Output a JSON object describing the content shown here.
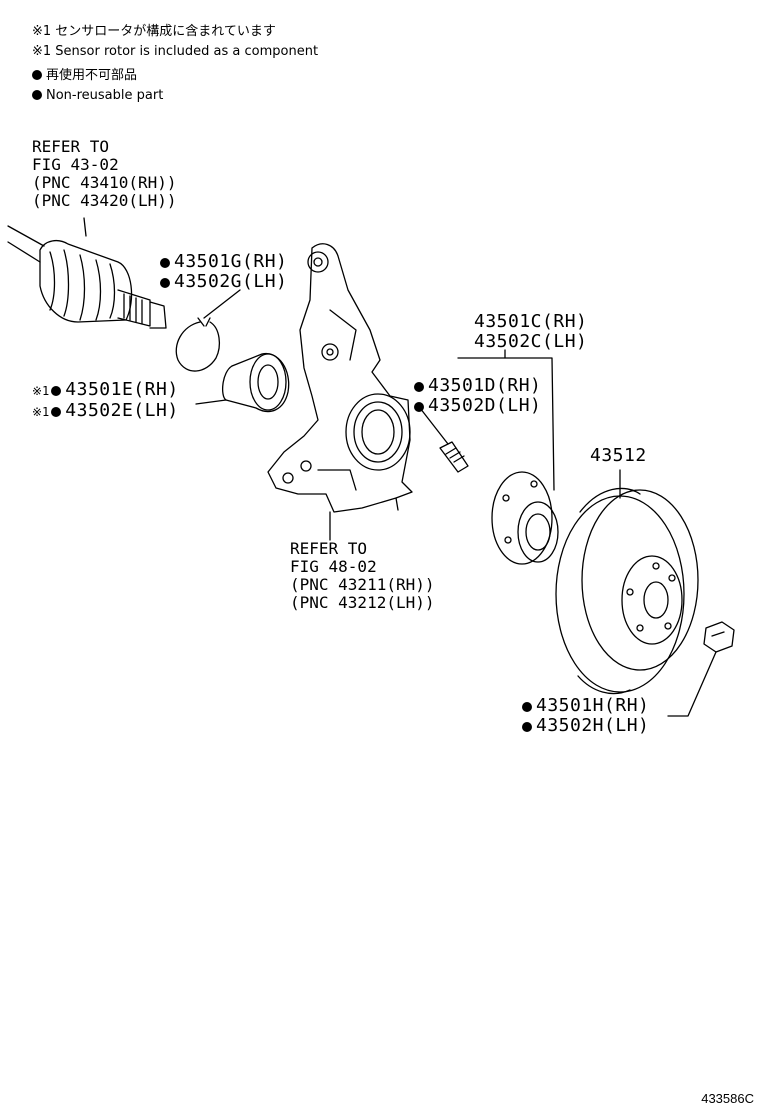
{
  "notes": {
    "sensor_jp": "※1 センサロータが構成に含まれています",
    "sensor_en": "※1 Sensor rotor is included as a component",
    "nonreuse_jp": "再使用不可部品",
    "nonreuse_en": "Non-reusable part"
  },
  "refs": {
    "driveshaft": [
      "REFER TO",
      "FIG 43-02",
      "(PNC 43410(RH))",
      "(PNC 43420(LH))"
    ],
    "knuckle": [
      "REFER TO",
      "FIG 48-02",
      "(PNC 43211(RH))",
      "(PNC 43212(LH))"
    ]
  },
  "callouts": {
    "snap_ring": {
      "mark": "",
      "rh": "43501G(RH)",
      "lh": "43502G(LH)"
    },
    "bearing": {
      "mark": "※1",
      "rh": "43501E(RH)",
      "lh": "43502E(LH)"
    },
    "hub": {
      "rh": "43501C(RH)",
      "lh": "43502C(LH)"
    },
    "bolt": {
      "rh": "43501D(RH)",
      "lh": "43502D(LH)"
    },
    "disc": {
      "label": "43512"
    },
    "nut": {
      "rh": "43501H(RH)",
      "lh": "43502H(LH)"
    }
  },
  "image_id": "433586C"
}
